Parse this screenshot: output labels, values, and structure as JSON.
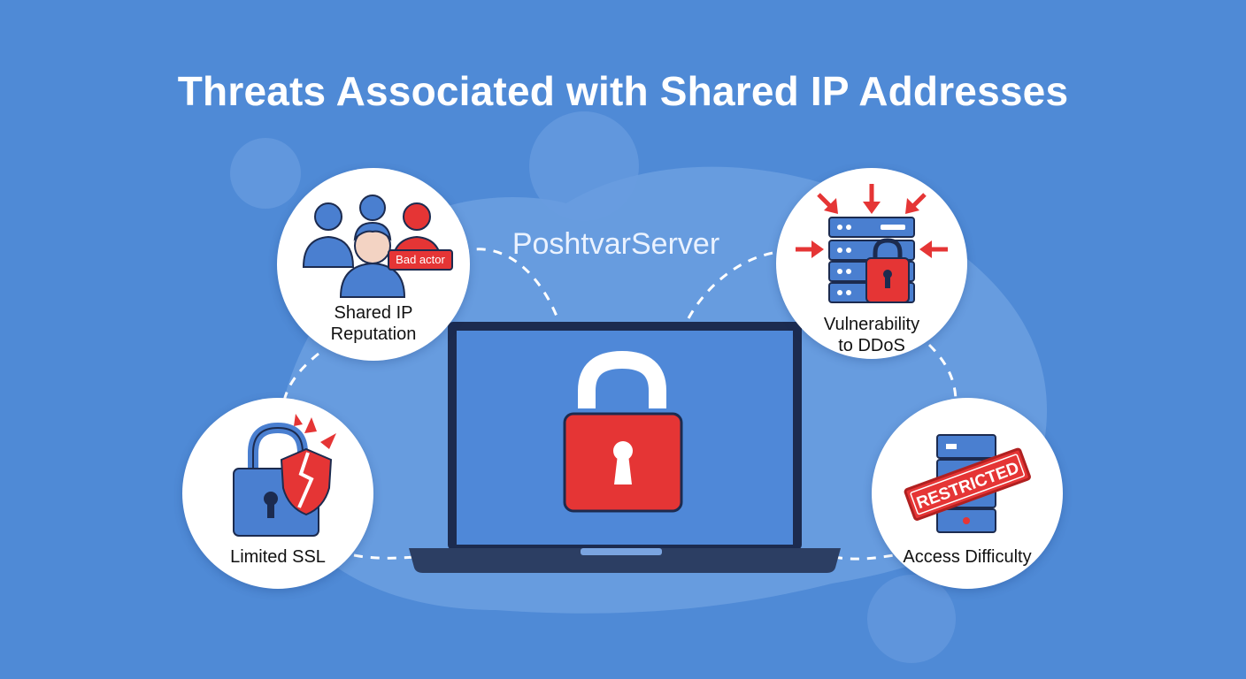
{
  "title": "Threats Associated with Shared IP Addresses",
  "brand_text": "PoshtvarServer",
  "threats": [
    {
      "id": "shared-ip-reputation",
      "label_lines": [
        "Shared IP",
        "Reputation"
      ],
      "badge": "Bad actor",
      "icon": "user-group-icon"
    },
    {
      "id": "vulnerability-ddos",
      "label_lines": [
        "Vulnerability",
        "to DDoS"
      ],
      "icon": "server-attack-icon"
    },
    {
      "id": "limited-ssl",
      "label_lines": [
        "Limited SSL"
      ],
      "icon": "broken-lock-icon"
    },
    {
      "id": "access-difficulty",
      "label_lines": [
        "Access Difficulty"
      ],
      "stamp": "RESTRICTED",
      "icon": "restricted-server-icon"
    }
  ],
  "center_icon": "padlock-icon",
  "colors": {
    "background": "#4f8ad6",
    "blob": "#6b9fe0",
    "accent_red": "#e53535",
    "icon_blue": "#4a7fd0",
    "dark_navy": "#1c2b4f",
    "white": "#ffffff"
  }
}
